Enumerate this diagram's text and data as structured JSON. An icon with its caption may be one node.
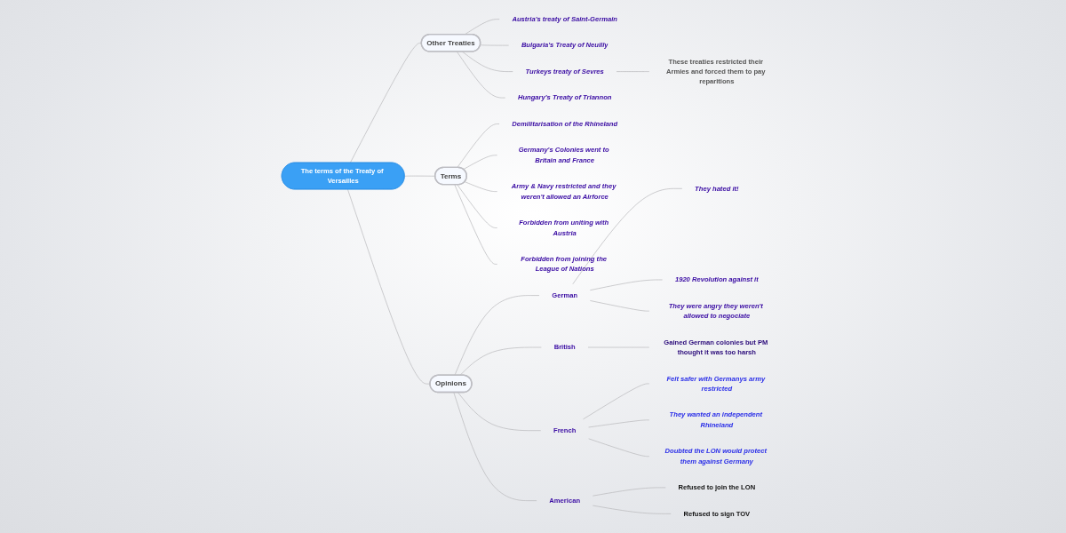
{
  "diagram": {
    "nodes": [
      {
        "text": [
          "The terms of the Treaty of Versailles"
        ]
      },
      {
        "text": [
          "Other Treaties"
        ]
      },
      {
        "text": [
          "Austria's treaty of Saint-Germain"
        ]
      },
      {
        "text": [
          "Bulgaria's Treaty of Neuilly"
        ]
      },
      {
        "text": [
          "Turkeys treaty of Sevres"
        ]
      },
      {
        "text": [
          "These treaties restricted their Armies and forced them to pay reparitions"
        ]
      },
      {
        "text": [
          "Hungary's Treaty of Triannon"
        ]
      },
      {
        "text": [
          "Terms"
        ]
      },
      {
        "text": [
          "Demilitarisation of the Rhineland"
        ]
      },
      {
        "text": [
          "Germany's Colonies went to Britain and France"
        ]
      },
      {
        "text": [
          "Army & Navy restricted and they weren't allowed an Airforce"
        ]
      },
      {
        "text": [
          "Forbidden from uniting with Austria"
        ]
      },
      {
        "text": [
          "Forbidden from joining the League of Nations"
        ]
      },
      {
        "text": [
          "Opinions"
        ]
      },
      {
        "text": [
          "German"
        ]
      },
      {
        "text": [
          "They hated it!"
        ]
      },
      {
        "text": [
          "1920 Revolution against it"
        ]
      },
      {
        "text": [
          "They were angry they weren't allowed to negociate"
        ]
      },
      {
        "text": [
          "British"
        ]
      },
      {
        "text": [
          "Gained German colonies but PM thought it was too harsh"
        ]
      },
      {
        "text": [
          "French"
        ]
      },
      {
        "text": [
          "Felt safer with Germanys army restricted"
        ]
      },
      {
        "text": [
          "They wanted an independent Rhineland"
        ]
      },
      {
        "text": [
          "Doubted the LON would protect them against Germany"
        ]
      },
      {
        "text": [
          "American"
        ]
      },
      {
        "text": [
          "Refused to join the LON"
        ]
      },
      {
        "text": [
          "Refused to sign TOV"
        ]
      }
    ],
    "edges": [
      {
        "from": 0,
        "to": 1,
        "arrow": "none"
      },
      {
        "from": 1,
        "to": 2,
        "arrow": "none"
      },
      {
        "from": 1,
        "to": 3,
        "arrow": "none"
      },
      {
        "from": 1,
        "to": 4,
        "arrow": "none"
      },
      {
        "from": 4,
        "to": 5,
        "arrow": "none"
      },
      {
        "from": 1,
        "to": 6,
        "arrow": "none"
      },
      {
        "from": 0,
        "to": 7,
        "arrow": "none"
      },
      {
        "from": 7,
        "to": 8,
        "arrow": "none"
      },
      {
        "from": 7,
        "to": 9,
        "arrow": "none"
      },
      {
        "from": 7,
        "to": 10,
        "arrow": "none"
      },
      {
        "from": 7,
        "to": 11,
        "arrow": "none"
      },
      {
        "from": 7,
        "to": 12,
        "arrow": "none"
      },
      {
        "from": 0,
        "to": 13,
        "arrow": "none"
      },
      {
        "from": 13,
        "to": 14,
        "arrow": "none"
      },
      {
        "from": 14,
        "to": 15,
        "arrow": "none"
      },
      {
        "from": 14,
        "to": 16,
        "arrow": "none"
      },
      {
        "from": 14,
        "to": 17,
        "arrow": "none"
      },
      {
        "from": 13,
        "to": 18,
        "arrow": "none"
      },
      {
        "from": 18,
        "to": 19,
        "arrow": "none"
      },
      {
        "from": 13,
        "to": 20,
        "arrow": "none"
      },
      {
        "from": 20,
        "to": 21,
        "arrow": "none"
      },
      {
        "from": 20,
        "to": 22,
        "arrow": "none"
      },
      {
        "from": 20,
        "to": 23,
        "arrow": "none"
      },
      {
        "from": 13,
        "to": 24,
        "arrow": "none"
      },
      {
        "from": 24,
        "to": 25,
        "arrow": "none"
      },
      {
        "from": 24,
        "to": 26,
        "arrow": "none"
      }
    ]
  }
}
